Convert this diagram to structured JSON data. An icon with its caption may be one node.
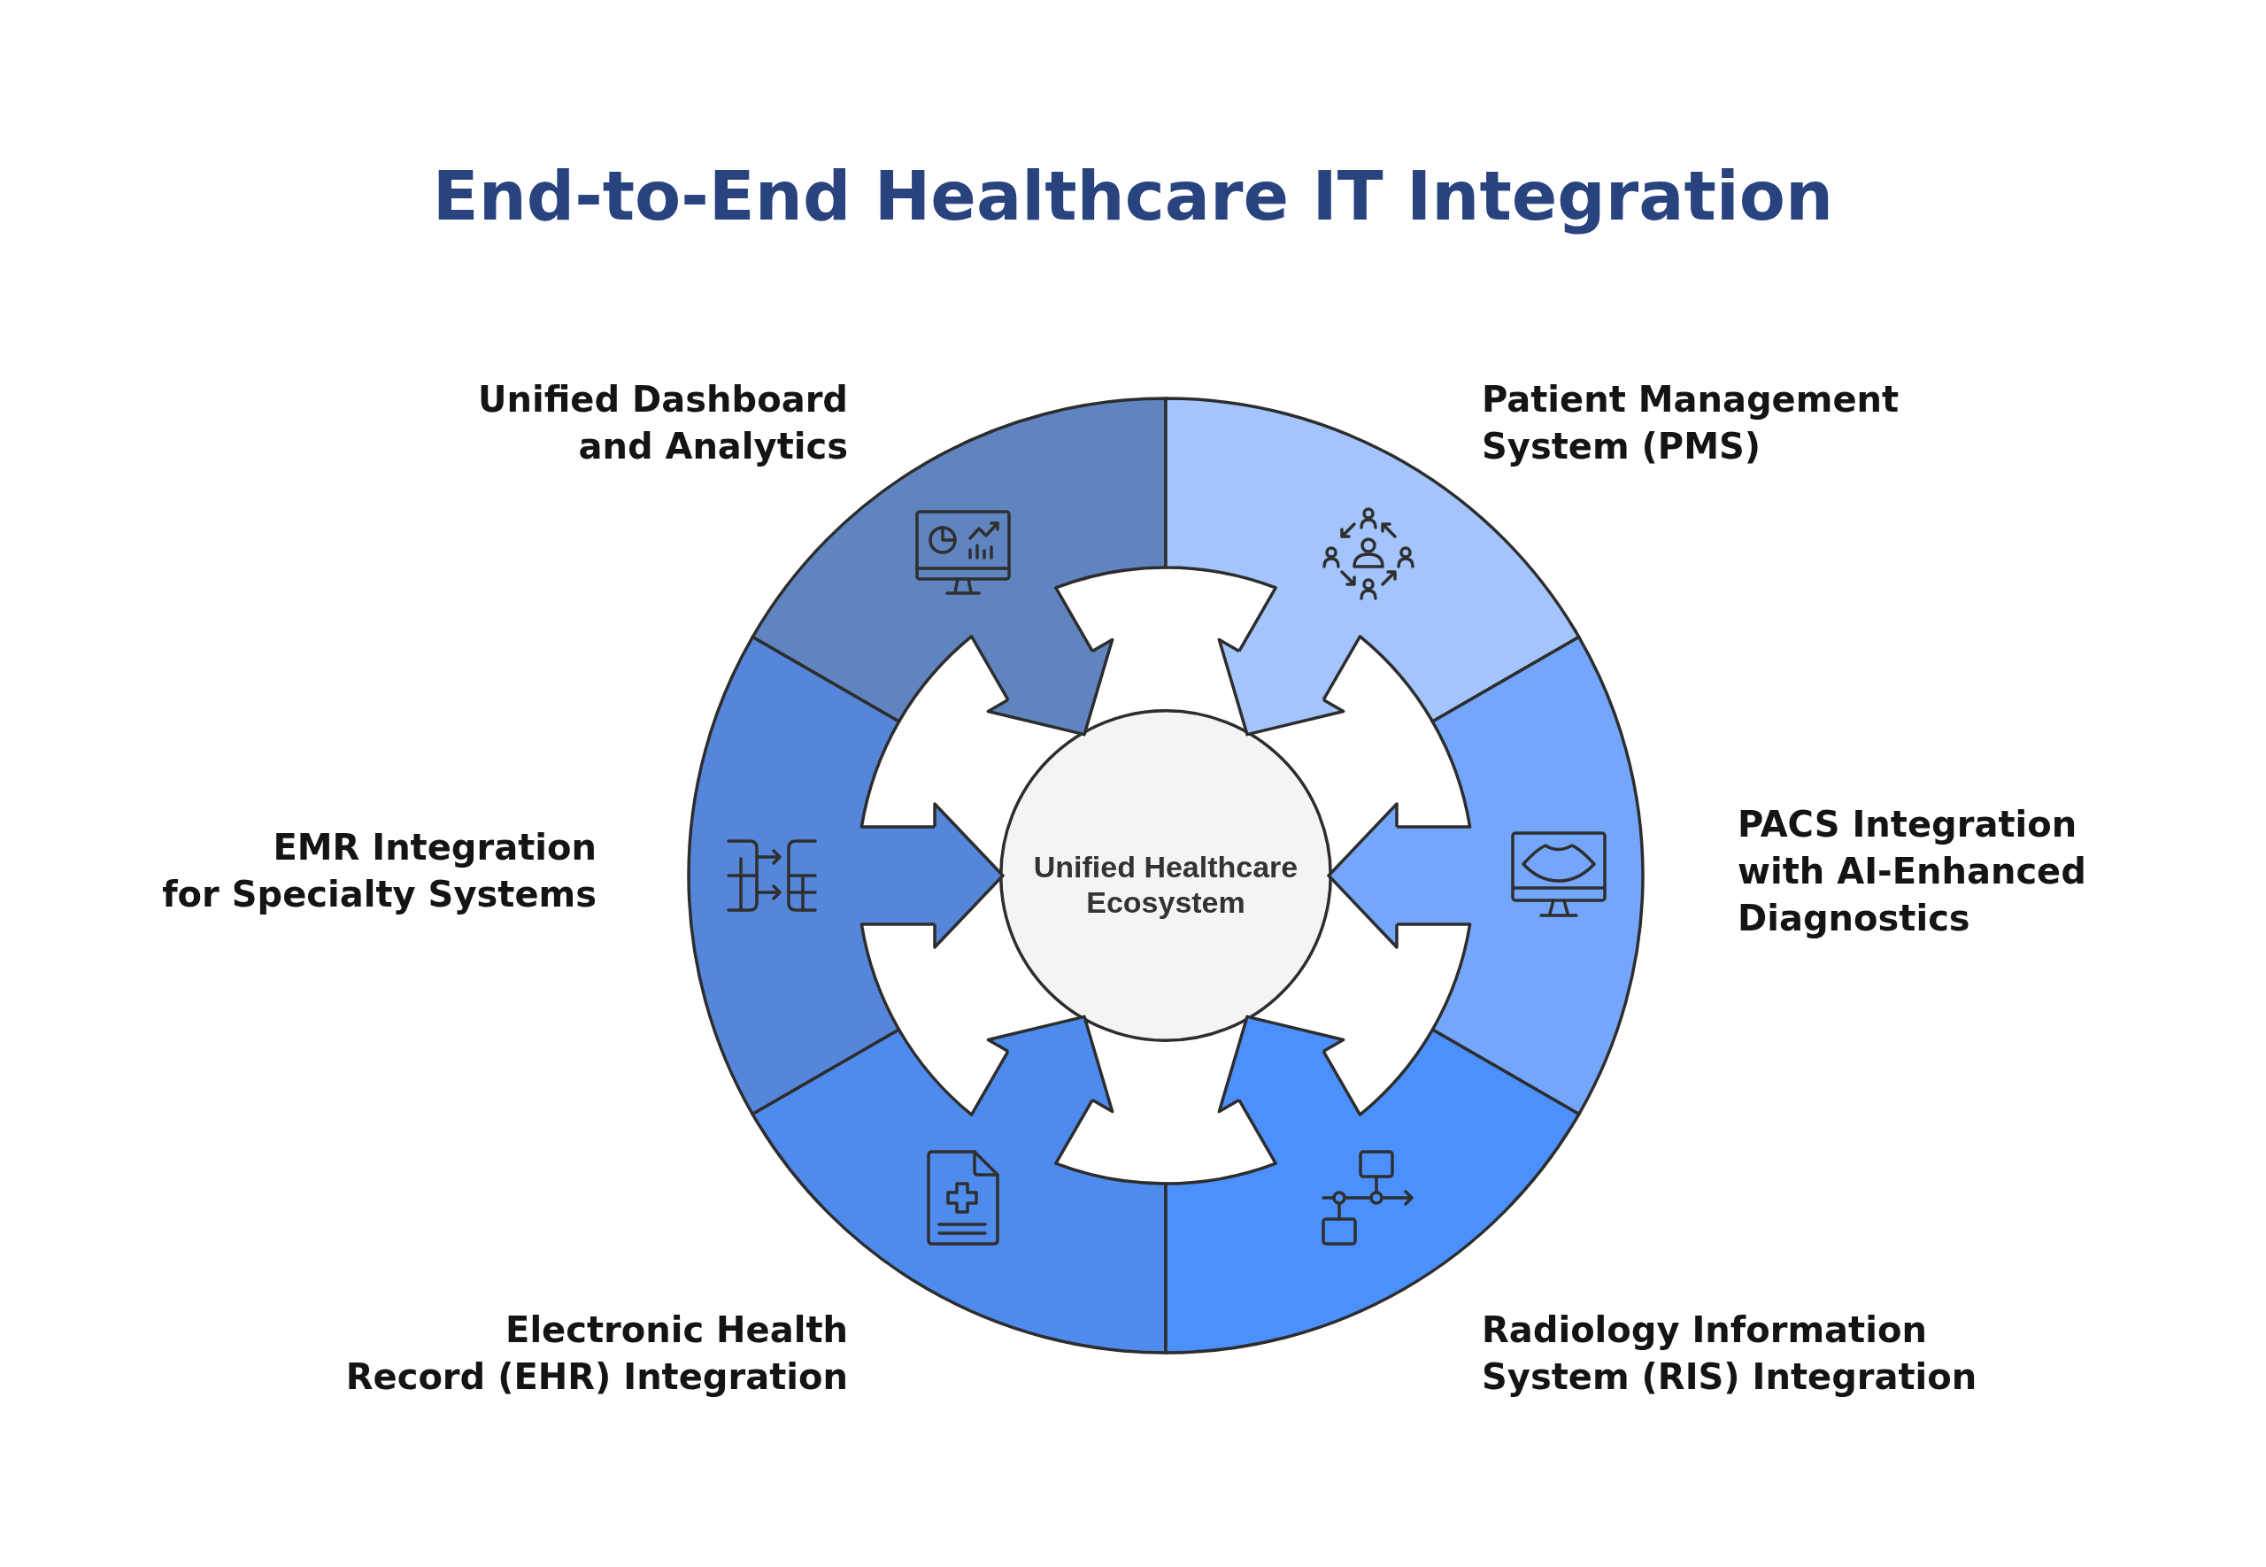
{
  "diagram": {
    "title": "End-to-End Healthcare IT Integration",
    "nodes": [
      {
        "text": [
          "Unified Dashboard and Analytics"
        ]
      },
      {
        "text": [
          "Patient Management System (PMS)"
        ]
      },
      {
        "text": [
          "EMR Integration for Specialty Systems"
        ]
      },
      {
        "text": [
          "Unified Healthcare Ecosystem"
        ]
      },
      {
        "text": [
          "PACS Integration with AI-Enhanced Diagnostics"
        ]
      },
      {
        "text": [
          "Electronic Health Record (EHR) Integration"
        ]
      },
      {
        "text": [
          "Radiology Information System (RIS) Integration"
        ]
      }
    ],
    "edges": [
      {
        "from": 0,
        "to": 3,
        "arrow": "to"
      },
      {
        "from": 1,
        "to": 3,
        "arrow": "to"
      },
      {
        "from": 2,
        "to": 3,
        "arrow": "to"
      },
      {
        "from": 4,
        "to": 3,
        "arrow": "to"
      },
      {
        "from": 5,
        "to": 3,
        "arrow": "to"
      },
      {
        "from": 6,
        "to": 3,
        "arrow": "to"
      }
    ]
  }
}
